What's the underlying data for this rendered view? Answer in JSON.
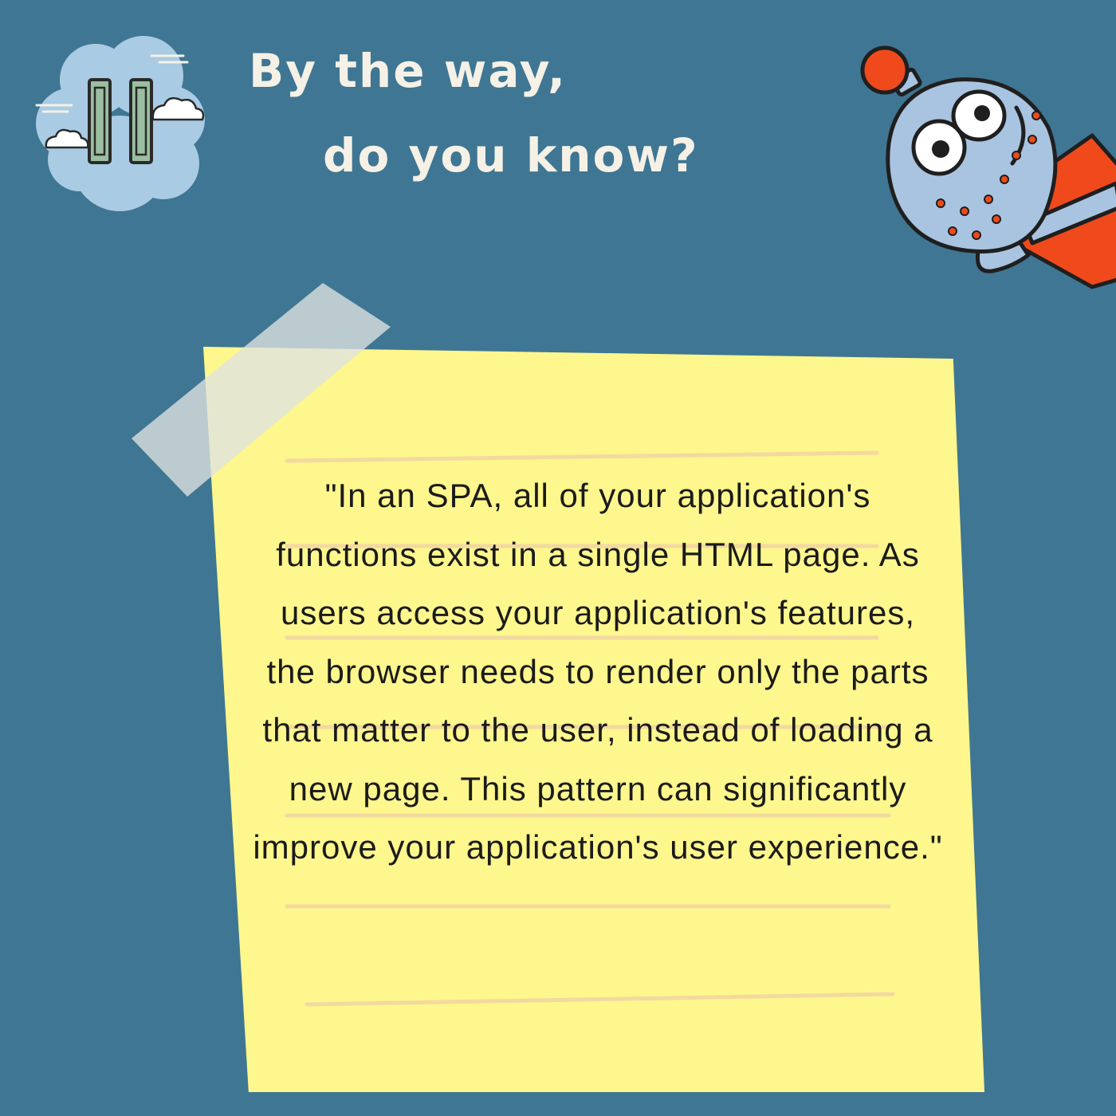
{
  "title": {
    "line1": "By the way,",
    "line2": "do you know?"
  },
  "note": {
    "quote": "\"In an SPA, all of your application's functions exist in a single HTML page. As users access your application's features, the browser needs to render only the parts that matter to the user, instead of loading a new page. This pattern can significantly improve your application's user experience.\""
  },
  "colors": {
    "background": "#3f7693",
    "title_text": "#f5f1e6",
    "sticky_note": "#fdf78d",
    "note_lines": "#f2d9a0",
    "tape": "#dfe3e2",
    "robot_body": "#a9c4e0",
    "robot_accent": "#f04a1c"
  },
  "icons": {
    "logo": "cloud-servers-icon",
    "mascot": "robot-mascot-icon",
    "tape": "tape-icon"
  }
}
